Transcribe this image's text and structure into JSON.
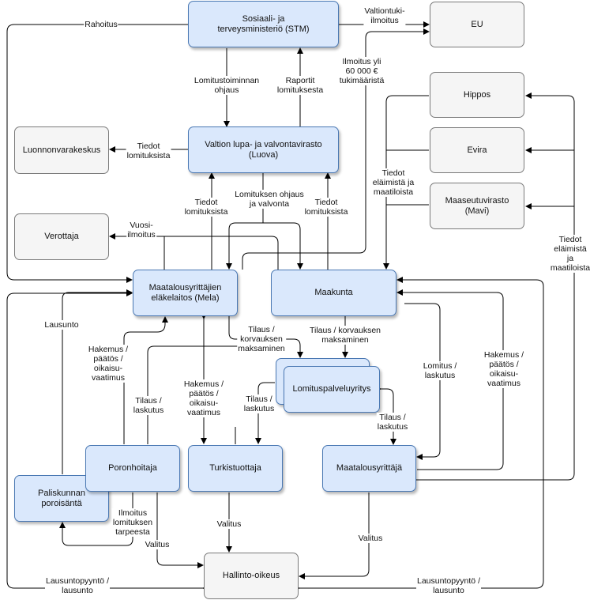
{
  "nodes": {
    "stm": "Sosiaali- ja\nterveysministeriö (STM)",
    "eu": "EU",
    "hippos": "Hippos",
    "evira": "Evira",
    "mavi": "Maaseutuvirasto\n(Mavi)",
    "luova": "Valtion lupa- ja valvontavirasto\n(Luova)",
    "luonnonvarakeskus": "Luonnonvarakeskus",
    "verottaja": "Verottaja",
    "mela": "Maatalousyrittäjien\neläkelaitos (Mela)",
    "maakunta": "Maakunta",
    "lomituspalvelu": "Lomituspalveluyritys",
    "poronhoitaja": "Poronhoitaja",
    "paliskunta": "Paliskunnan\nporoisäntä",
    "turkistuottaja": "Turkistuottaja",
    "maatalousyrittaja": "Maatalousyrittäjä",
    "hallinto": "Hallinto-oikeus"
  },
  "labels": {
    "rahoitus": "Rahoitus",
    "valtiontuki": "Valtiontuki-\nilmoitus",
    "ilmoitus_yli": "Ilmoitus yli\n60 000 €\ntukimääristä",
    "lomitus_ohjaus": "Lomitustoiminnan\nohjaus",
    "raportit": "Raportit\nlomituksesta",
    "tiedot_luonnon": "Tiedot\nlomituksista",
    "tiedot_elaimista": "Tiedot\neläimistä ja\nmaatiloista",
    "tiedot_mela": "Tiedot\nlomituksista",
    "ohjaus_valvonta": "Lomituksen ohjaus\nja valvonta",
    "tiedot_maakunta": "Tiedot\nlomituksista",
    "vuosi": "Vuosi-\nilmoitus",
    "tiedot_right": "Tiedot\neläimistä ja\nmaatiloista",
    "lausunto": "Lausunto",
    "tilaus_mela": "Tilaus /\nkorvauksen\nmaksaminen",
    "tilaus_maakunta": "Tilaus / korvauksen\nmaksaminen",
    "hakemus_left": "Hakemus /\npäätös /\noikaisu-\nvaatimus",
    "tilaus_laskutus_1": "Tilaus /\nlaskutus",
    "hakemus_mid": "Hakemus /\npäätös /\noikaisu-\nvaatimus",
    "tilaus_laskutus_2": "Tilaus /\nlaskutus",
    "lomitus_laskutus": "Lomitus /\nlaskutus",
    "hakemus_right": "Hakemus /\npäätös /\noikaisu-\nvaatimus",
    "tilaus_laskutus_3": "Tilaus /\nlaskutus",
    "ilmoitus_tarve": "Ilmoitus\nlomituksen\ntarpeesta",
    "valitus_left": "Valitus",
    "valitus_mid": "Valitus",
    "valitus_right": "Valitus",
    "lausuntopyynto_left": "Lausuntopyyntö /\nlausunto",
    "lausuntopyynto_right": "Lausuntopyyntö /\nlausunto"
  },
  "colors": {
    "blue_fill": "#dae8fc",
    "blue_stroke": "#4a78b3",
    "gray_fill": "#f5f5f5",
    "gray_stroke": "#7a7a7a",
    "edge": "#000000"
  }
}
